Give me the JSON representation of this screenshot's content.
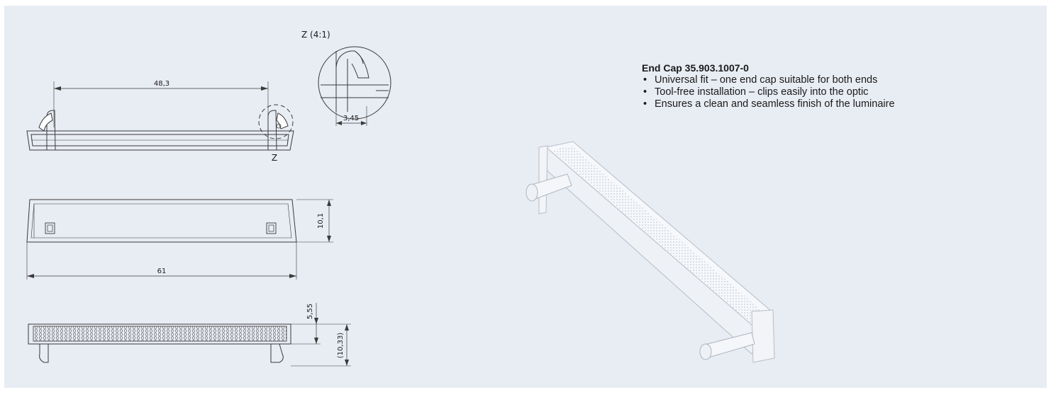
{
  "product": {
    "title": "End Cap 35.903.1007-0",
    "features": [
      "Universal fit – one end cap suitable for both ends",
      "Tool-free installation – clips easily into the optic",
      "Ensures a clean and seamless finish of the luminaire"
    ]
  },
  "drawing": {
    "detail_label": "Z (4:1)",
    "detail_marker": "Z",
    "dimensions": {
      "clip_spacing": "48,3",
      "detail_width": "3,45",
      "height": "10,1",
      "length": "61",
      "lens_height": "5,55",
      "total_height": "(10,33)"
    }
  },
  "colors": {
    "background": "#e8ecf3",
    "line": "#3a3a3a"
  }
}
